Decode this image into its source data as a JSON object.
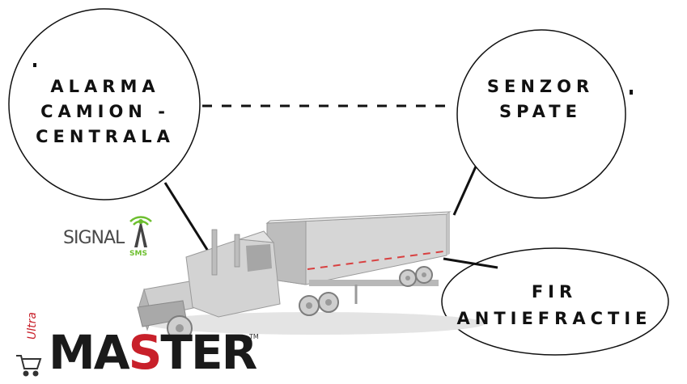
{
  "bubbles": {
    "alarm": {
      "lines": [
        "ALARMA",
        "CAMION -",
        "CENTRALA"
      ]
    },
    "senzor": {
      "lines": [
        "SENZOR",
        "SPATE"
      ]
    },
    "fir": {
      "lines": [
        "FIR",
        "ANTIEFRACTIE"
      ]
    }
  },
  "logos": {
    "signal": {
      "word": "SIGNAL",
      "sub": "SMS",
      "color": "#6dbf2f"
    },
    "master": {
      "prefix": "Ultra",
      "word_a": "MA",
      "word_b": "S",
      "word_c": "TER",
      "tm": "TM",
      "accent": "#c8202a"
    }
  },
  "icons": [
    "signal-tower-icon",
    "shopping-cart-icon",
    "truck-illustration"
  ]
}
